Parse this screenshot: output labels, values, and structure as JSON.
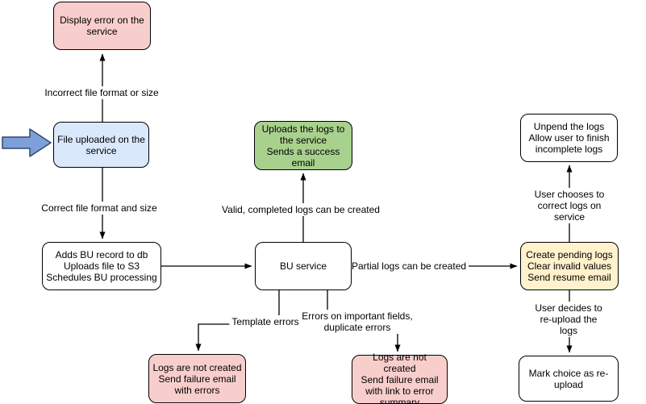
{
  "colors": {
    "error_pink": "#F8CECC",
    "input_blue": "#DAE8FC",
    "success_green": "#A9D18E",
    "pending_yellow": "#FFF2CC",
    "entry_arrow_fill": "#7E9FD8",
    "entry_arrow_stroke": "#2D4A6D",
    "line_black": "#000000"
  },
  "nodes": [
    {
      "name": "display-error-on-service",
      "label": "Display error on the service"
    },
    {
      "name": "file-uploaded-on-service",
      "label": "File uploaded on the service"
    },
    {
      "name": "adds-bu-record",
      "label": "Adds BU record to db\nUploads file to S3\nSchedules BU processing"
    },
    {
      "name": "bu-service",
      "label": "BU service"
    },
    {
      "name": "uploads-logs-success-email",
      "label": "Uploads the logs to the service\nSends a success email"
    },
    {
      "name": "create-pending-logs",
      "label": "Create pending logs\nClear invalid values\nSend resume email"
    },
    {
      "name": "unpend-the-logs",
      "label": "Unpend the logs\nAllow user to finish incomplete logs"
    },
    {
      "name": "mark-choice-reupload",
      "label": "Mark choice as re-upload"
    },
    {
      "name": "logs-not-created-failure-errors",
      "label": "Logs are not created\nSend failure email with errors"
    },
    {
      "name": "logs-not-created-error-summary",
      "label": "Logs are not created\nSend failure email with link to error summary"
    }
  ],
  "edge_labels": [
    {
      "name": "incorrect-file",
      "text": "Incorrect file format or size"
    },
    {
      "name": "correct-file",
      "text": "Correct file format and size"
    },
    {
      "name": "valid-completed",
      "text": "Valid, completed logs can be created"
    },
    {
      "name": "partial-logs",
      "text": "Partial logs can be created"
    },
    {
      "name": "template-errors",
      "text": "Template errors"
    },
    {
      "name": "important-fields",
      "text": "Errors on important fields,\nduplicate errors"
    },
    {
      "name": "user-corrects-on-service",
      "text": "User chooses to correct logs on service"
    },
    {
      "name": "user-reuploads",
      "text": "User decides to re-upload the logs"
    }
  ]
}
